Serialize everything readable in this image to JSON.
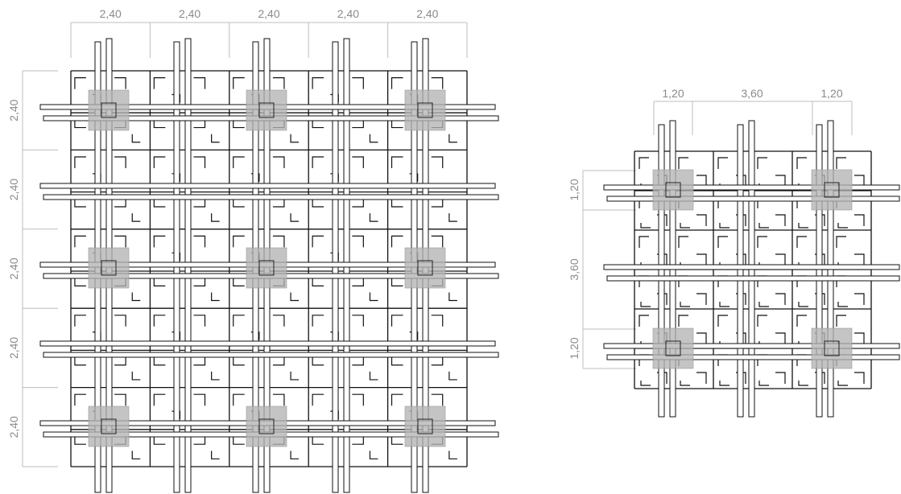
{
  "drawings": [
    {
      "id": "plan-left",
      "top_dims": [
        "2,40",
        "2,40",
        "2,40",
        "2,40",
        "2,40"
      ],
      "side_dims": [
        "2,40",
        "2,40",
        "2,40",
        "2,40",
        "2,40"
      ]
    },
    {
      "id": "plan-right",
      "top_dims": [
        "1,20",
        "3,60",
        "1,20"
      ],
      "side_dims": [
        "1,20",
        "3,60",
        "1,20"
      ]
    }
  ],
  "colors": {
    "line": "#111111",
    "dimension": "#8a8a8a",
    "node_fill": "#b4b4b4"
  }
}
